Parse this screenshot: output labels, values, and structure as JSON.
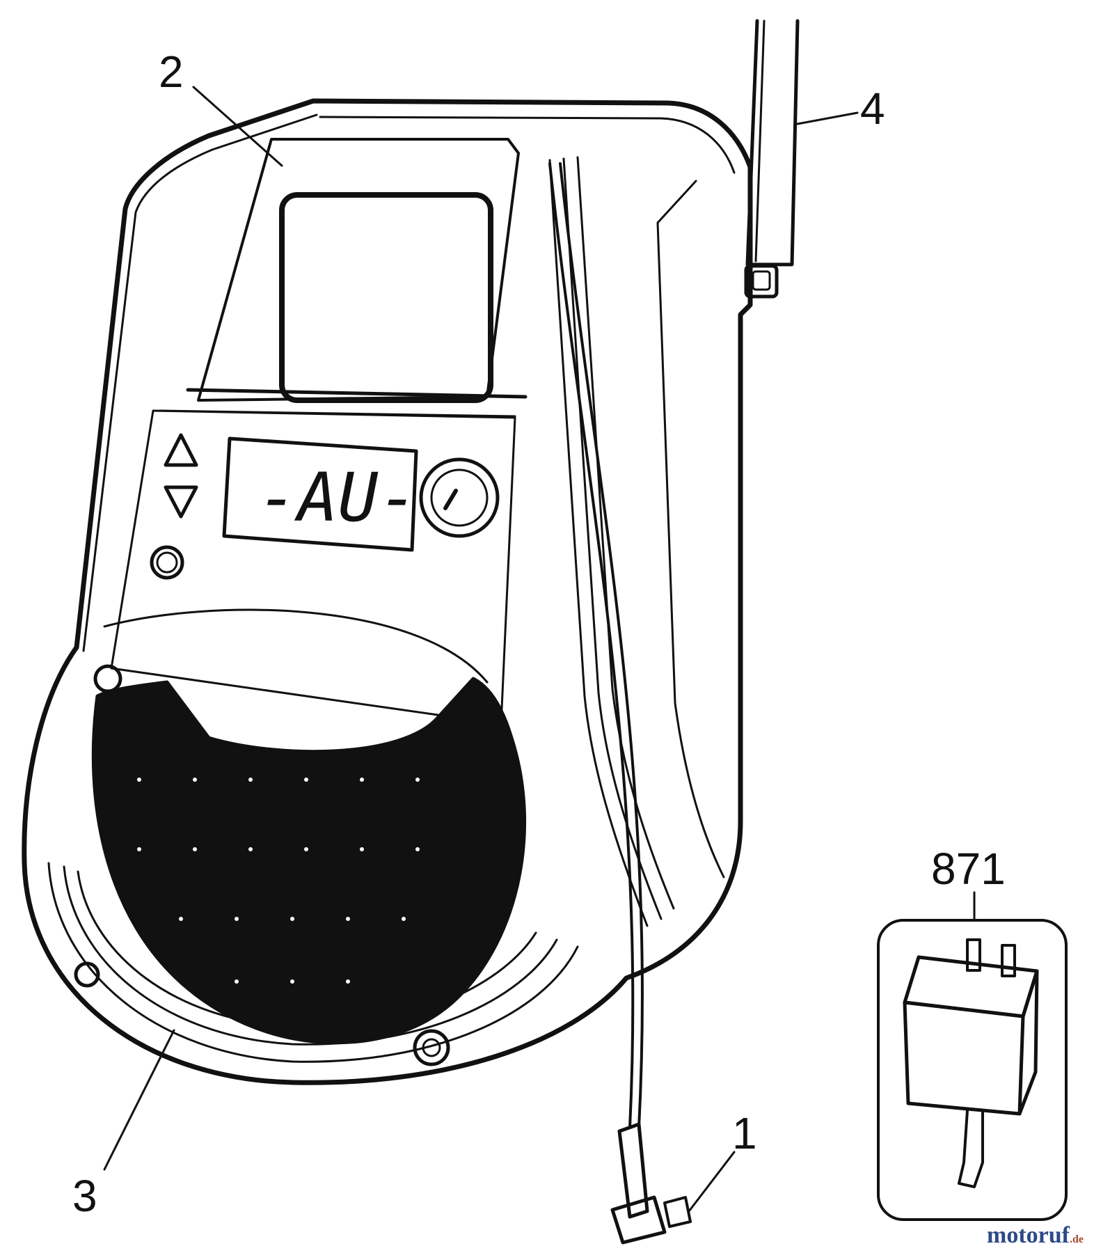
{
  "diagram": {
    "display_text": "-AU-",
    "callouts": {
      "c1": "1",
      "c2": "2",
      "c3": "3",
      "c4": "4",
      "c871": "871"
    }
  },
  "watermark": {
    "main": "motoruf",
    "suffix": ".de",
    "colors": {
      "main": "#2c4a86",
      "suffix": "#a24a2e"
    }
  }
}
